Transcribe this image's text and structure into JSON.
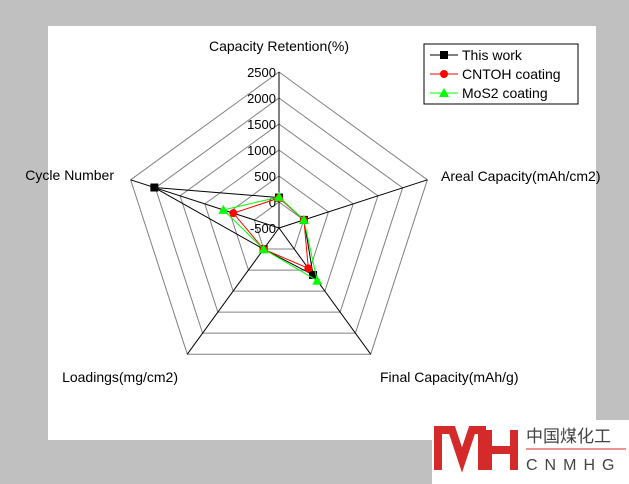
{
  "chart_data": {
    "type": "radar",
    "axes": [
      "Capacity Retention(%)",
      "Areal Capacity(mAh/cm2)",
      "Final Capacity(mAh/g)",
      "Loadings(mg/cm2)",
      "Cycle Number"
    ],
    "rlim": [
      -500,
      2500
    ],
    "ticks": [
      "-500",
      "0",
      "500",
      "1000",
      "1500",
      "2000",
      "2500"
    ],
    "tick_values": [
      -500,
      0,
      500,
      1000,
      1500,
      2000,
      2500
    ],
    "grid": true,
    "legend_position": "top-right",
    "series": [
      {
        "name": "This work",
        "color": "#000000",
        "marker": "square",
        "values": [
          85,
          5,
          615,
          3,
          2020
        ]
      },
      {
        "name": "CNTOH coating",
        "color": "#ff0000",
        "marker": "circle",
        "values": [
          77,
          3,
          460,
          3,
          423
        ]
      },
      {
        "name": "MoS2 coating",
        "color": "#00ff00",
        "marker": "triangle",
        "values": [
          96,
          3,
          750,
          3,
          625
        ]
      }
    ]
  },
  "watermark": {
    "logo_text": "MH",
    "chinese": "中国煤化工",
    "latin": "CNMHG"
  }
}
